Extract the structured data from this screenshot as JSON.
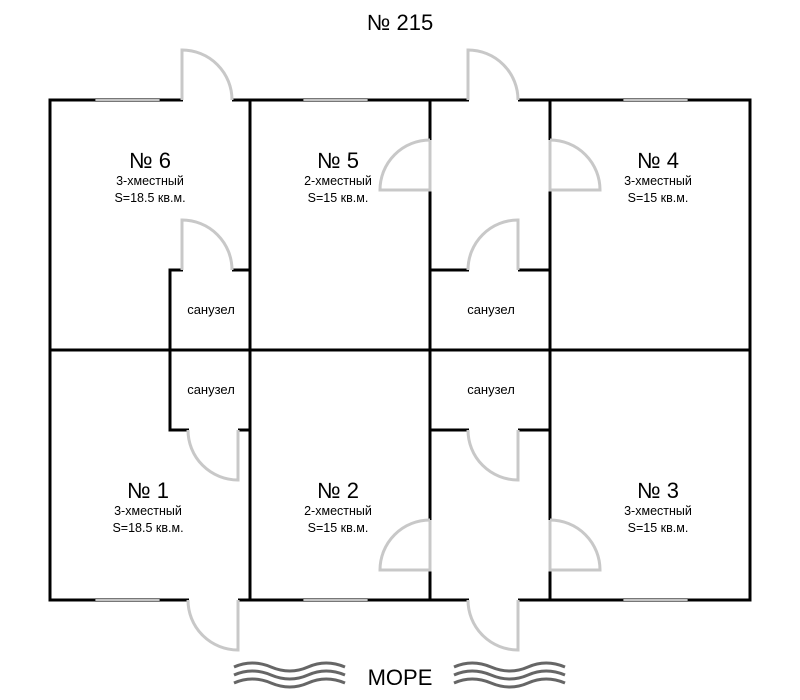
{
  "title": "№ 215",
  "rooms": {
    "r6": {
      "number": "№ 6",
      "type": "3-хместный",
      "area": "S=18.5 кв.м."
    },
    "r5": {
      "number": "№ 5",
      "type": "2-хместный",
      "area": "S=15 кв.м."
    },
    "r4": {
      "number": "№ 4",
      "type": "3-хместный",
      "area": "S=15 кв.м."
    },
    "r1": {
      "number": "№ 1",
      "type": "3-хместный",
      "area": "S=18.5 кв.м."
    },
    "r2": {
      "number": "№ 2",
      "type": "2-хместный",
      "area": "S=15 кв.м."
    },
    "r3": {
      "number": "№ 3",
      "type": "3-хместный",
      "area": "S=15 кв.м."
    }
  },
  "bathroom_label": "санузел",
  "sea_label": "МОРЕ"
}
